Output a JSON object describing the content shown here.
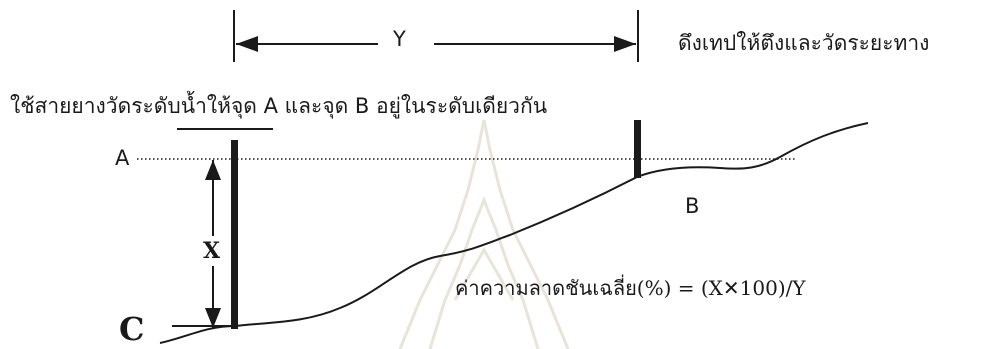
{
  "instruction_top_right": "ดึงเทปให้ตึงและวัดระยะทาง",
  "instruction_level": "ใช้สายยางวัดระดับน้ำให้จุด A และจุด B อยู่ในระดับเดียวกัน",
  "labels": {
    "y": "Y",
    "x": "X",
    "point_a": "A",
    "point_b": "B",
    "point_c": "C"
  },
  "formula": "ค่าความลาดชันเฉลี่ย(%) = (X✕100)/Y",
  "colors": {
    "ink": "#1a1a1a",
    "watermark": "#e9e4da"
  }
}
